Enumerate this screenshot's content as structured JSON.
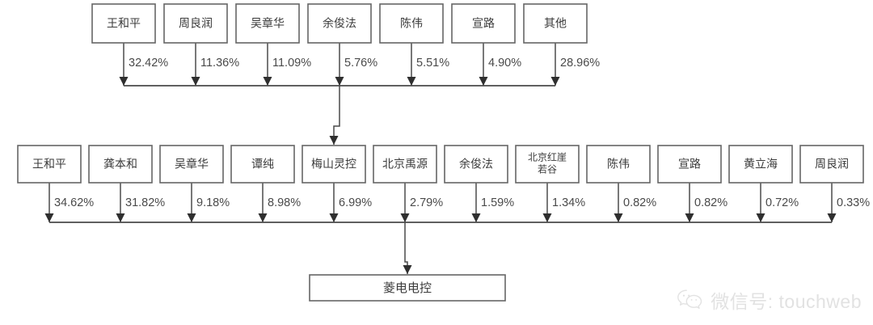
{
  "diagram": {
    "type": "org-ownership-chart",
    "title": "",
    "background_color": "#ffffff",
    "box_fill": "#ffffff",
    "box_stroke": "#666666",
    "line_color": "#4a4a4a",
    "text_color": "#3a3a3a",
    "tier1": {
      "name": "tier-1-shareholders",
      "target": "梅山灵控",
      "nodes": [
        {
          "label": "王和平",
          "percent": "32.42%"
        },
        {
          "label": "周良润",
          "percent": "11.36%"
        },
        {
          "label": "吴章华",
          "percent": "11.09%"
        },
        {
          "label": "余俊法",
          "percent": "5.76%"
        },
        {
          "label": "陈伟",
          "percent": "5.51%"
        },
        {
          "label": "宣路",
          "percent": "4.90%"
        },
        {
          "label": "其他",
          "percent": "28.96%"
        }
      ]
    },
    "tier2": {
      "name": "tier-2-shareholders",
      "target": "菱电电控",
      "nodes": [
        {
          "label": "王和平",
          "percent": "34.62%"
        },
        {
          "label": "龚本和",
          "percent": "31.82%"
        },
        {
          "label": "吴章华",
          "percent": "9.18%"
        },
        {
          "label": "谭纯",
          "percent": "8.98%"
        },
        {
          "label": "梅山灵控",
          "percent": "6.99%"
        },
        {
          "label": "北京禹源",
          "percent": "2.79%"
        },
        {
          "label": "余俊法",
          "percent": "1.59%"
        },
        {
          "label": "北京红崖若谷",
          "line1": "北京红崖",
          "line2": "若谷",
          "percent": "1.34%"
        },
        {
          "label": "陈伟",
          "percent": "0.82%"
        },
        {
          "label": "宣路",
          "percent": "0.82%"
        },
        {
          "label": "黄立海",
          "percent": "0.72%"
        },
        {
          "label": "周良润",
          "percent": "0.33%"
        }
      ]
    },
    "root": {
      "name": "company-root",
      "label": "菱电电控"
    }
  },
  "watermark": {
    "icon": "wechat-icon",
    "text": "微信号: touchweb",
    "color": "#e2e2e2"
  }
}
